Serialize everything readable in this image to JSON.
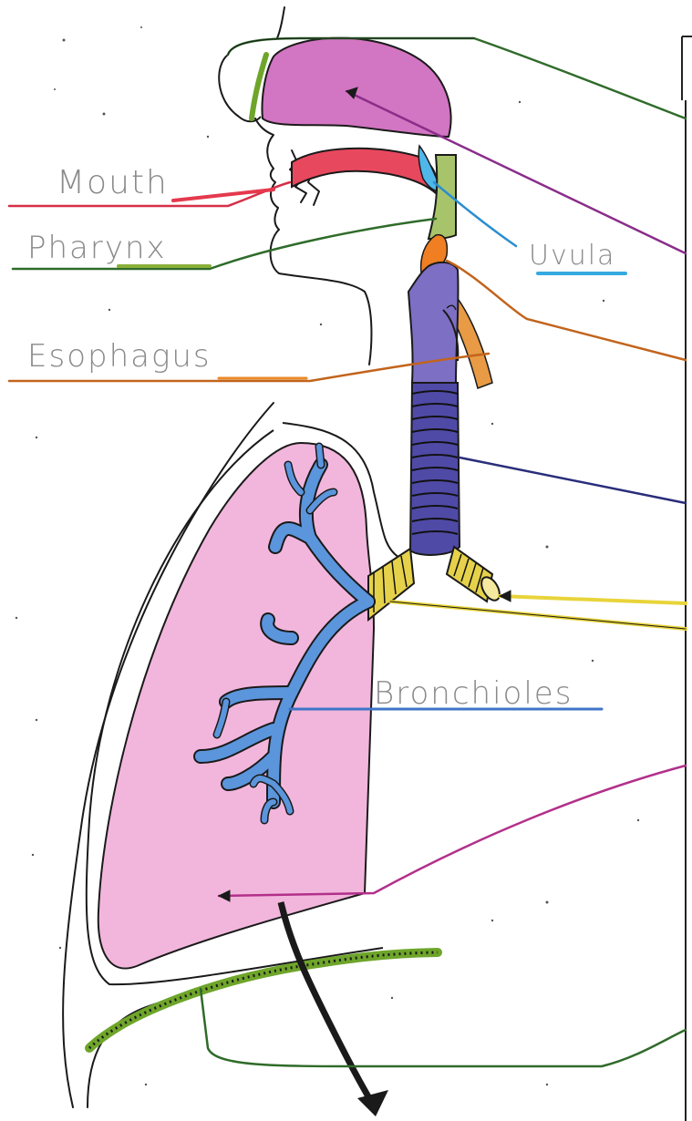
{
  "diagram": {
    "labels": {
      "mouth": "Mouth",
      "pharynx": "Pharynx",
      "uvula": "Uvula",
      "esophagus": "Esophagus",
      "bronchioles": "Bronchioles"
    },
    "colors": {
      "mouth": "#e5394d",
      "pharynx": "#8ab03a",
      "uvula": "#36a9e0",
      "esophagus": "#e88a2a",
      "bronchioles": "#3f74c8",
      "nasal_cavity": "#cc4fb0",
      "larynx": "#ef7f22",
      "trachea": "#4a3f9e",
      "bronchi": "#e8d43a",
      "lung": "#f2b3d9",
      "diaphragm": "#7aa22c",
      "outline": "#1a1a1a",
      "label_text": "#888888"
    }
  }
}
